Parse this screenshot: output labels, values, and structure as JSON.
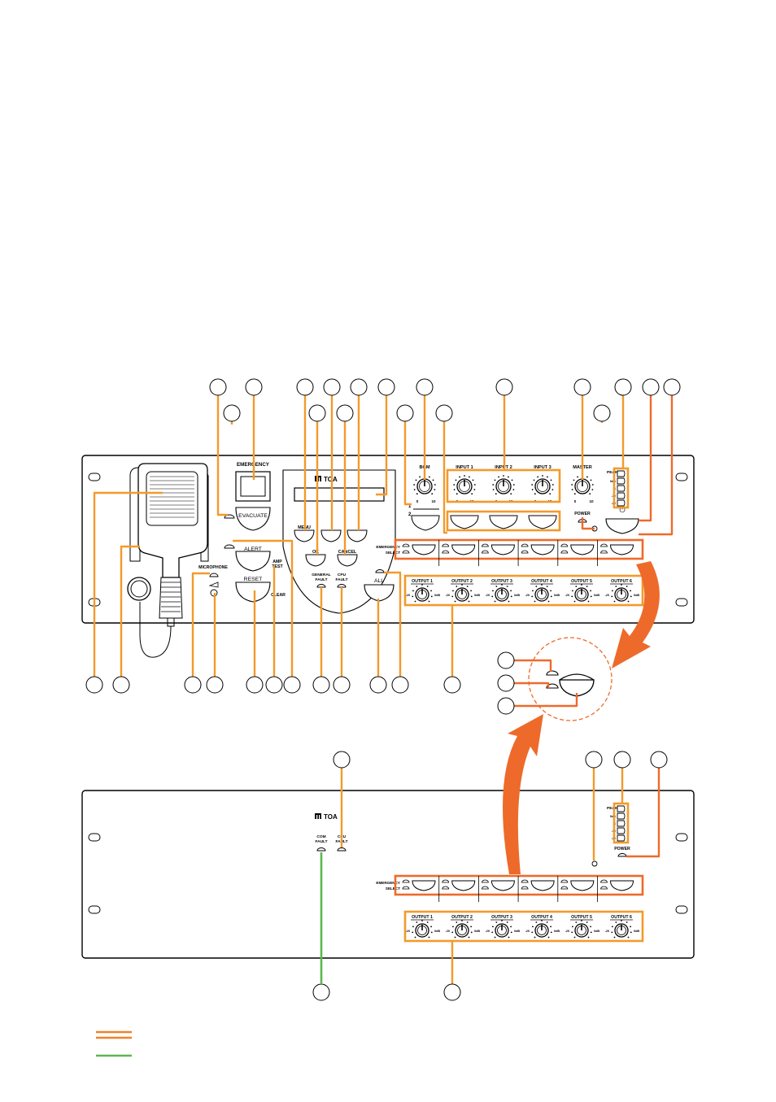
{
  "panel_main": {
    "brand": "TOA",
    "emergency_label": "EMERGENCY",
    "evacuate_label": "EVACUATE",
    "alert_label": "ALERT",
    "reset_label": "RESET",
    "amp_test_label_1": "AMP",
    "amp_test_label_2": "TEST",
    "clear_label": "CLEAR",
    "microphone_label": "MICROPHONE",
    "menu_label": "MENU",
    "ok_label": "OK",
    "cancel_label": "CANCEL",
    "general_fault_label_1": "GENERAL",
    "general_fault_label_2": "FAULT",
    "cpu_fault_label_1": "CPU",
    "cpu_fault_label_2": "FAULT",
    "all_label": "ALL",
    "bgm_label": "BGM",
    "bgm_line_1": "1",
    "bgm_line_2": "2",
    "inputs": [
      "INPUT 1",
      "INPUT 2",
      "INPUT 3"
    ],
    "master_label": "MASTER",
    "knob_min": "0",
    "knob_max": "10",
    "power_label": "POWER",
    "power_symbol": "⏻",
    "peak_label": "PEAK",
    "meter_levels": [
      "0dB",
      "-6",
      "-10",
      "-20"
    ],
    "emergency_row_label": "EMERGENCY",
    "select_row_label": "SELECT",
    "outputs": [
      "OUTPUT 1",
      "OUTPUT 2",
      "OUTPUT 3",
      "OUTPUT 4",
      "OUTPUT 5",
      "OUTPUT 6"
    ],
    "output_min": "-20",
    "output_max": "0dB"
  },
  "panel_ext": {
    "brand": "TOA",
    "com_fault_label_1": "COM",
    "com_fault_label_2": "FAULT",
    "cpu_fault_label_1": "CPU",
    "cpu_fault_label_2": "FAULT",
    "peak_label": "PEAK",
    "meter_levels": [
      "0dB",
      "-6",
      "-10",
      "-20"
    ],
    "power_label": "POWER",
    "emergency_row_label": "EMERGENCY",
    "select_row_label": "SELECT",
    "outputs": [
      "OUTPUT 1",
      "OUTPUT 2",
      "OUTPUT 3",
      "OUTPUT 4",
      "OUTPUT 5",
      "OUTPUT 6"
    ],
    "output_min": "-20",
    "output_max": "0dB"
  },
  "legend": {
    "items": [
      {
        "color": "#f0822a",
        "style": "double-line"
      },
      {
        "color": "#5bb84c",
        "style": "single-line"
      }
    ]
  },
  "colors": {
    "highlight_orange": "#f39a2a",
    "accent_orange": "#ee6a2a",
    "supervision_green": "#5bb84c",
    "line": "#000000"
  }
}
